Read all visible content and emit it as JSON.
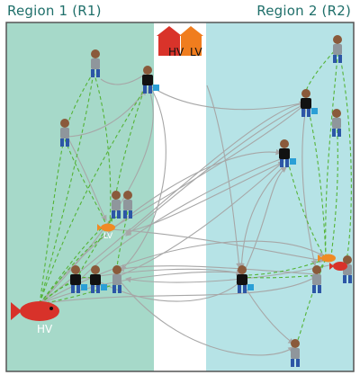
{
  "regions": {
    "r1": {
      "title": "Region 1 (R1)",
      "color": "#a6d9c9"
    },
    "r2": {
      "title": "Region 2 (R2)",
      "color": "#b6e3e6"
    }
  },
  "houses": {
    "hv_label": "HV",
    "lv_label": "LV",
    "hv_color": "#d9332a",
    "lv_color": "#f07d1e"
  },
  "fish_labels": {
    "big_hv": "HV",
    "small_lv": "LV"
  },
  "colors": {
    "frame": "#555555",
    "migration_edge": "#a7a7a7",
    "social_edge": "#55b337",
    "fisher_suit_dark": "#111111",
    "fisher_suit_grey": "#8f969c",
    "pants": "#2c56a6",
    "skin": "#8a5a3b",
    "bucket": "#2a9fd6",
    "hv_fish": "#d8322a",
    "lv_fish": "#f08a24"
  },
  "legend_icons": [
    "fisher-icon",
    "high-value-fish-icon",
    "low-value-fish-icon",
    "house-icon"
  ]
}
